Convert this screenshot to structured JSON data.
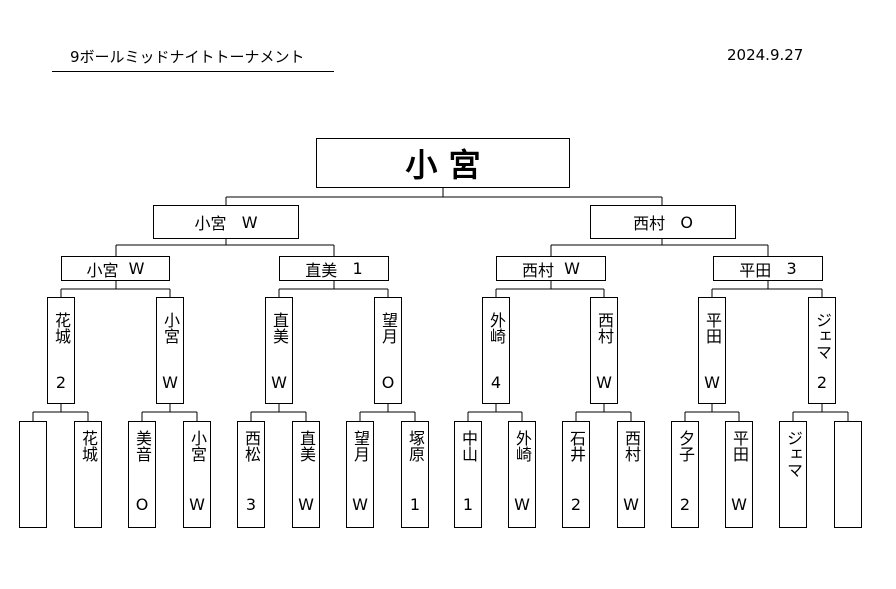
{
  "header": {
    "title": "9ボールミッドナイトトーナメント",
    "date": "2024.9.27"
  },
  "champion": "小 宮",
  "final": [
    {
      "name": "小宮",
      "score": "W"
    },
    {
      "name": "西村",
      "score": "O"
    }
  ],
  "semis": [
    {
      "name": "小宮",
      "score": "W"
    },
    {
      "name": "直美",
      "score": "1"
    },
    {
      "name": "西村",
      "score": "W"
    },
    {
      "name": "平田",
      "score": "3"
    }
  ],
  "quarters": [
    {
      "name": "花城",
      "score": "2"
    },
    {
      "name": "小宮",
      "score": "W"
    },
    {
      "name": "直美",
      "score": "W"
    },
    {
      "name": "望月",
      "score": "O"
    },
    {
      "name": "外崎",
      "score": "4"
    },
    {
      "name": "西村",
      "score": "W"
    },
    {
      "name": "平田",
      "score": "W"
    },
    {
      "name": "ジェマ",
      "score": "2"
    }
  ],
  "first_round": [
    {
      "name": "",
      "score": ""
    },
    {
      "name": "花城",
      "score": ""
    },
    {
      "name": "美音",
      "score": "O"
    },
    {
      "name": "小宮",
      "score": "W"
    },
    {
      "name": "西松",
      "score": "3"
    },
    {
      "name": "直美",
      "score": "W"
    },
    {
      "name": "望月",
      "score": "W"
    },
    {
      "name": "塚原",
      "score": "1"
    },
    {
      "name": "中山",
      "score": "1"
    },
    {
      "name": "外崎",
      "score": "W"
    },
    {
      "name": "石井",
      "score": "2"
    },
    {
      "name": "西村",
      "score": "W"
    },
    {
      "name": "夕子",
      "score": "2"
    },
    {
      "name": "平田",
      "score": "W"
    },
    {
      "name": "ジェマ",
      "score": ""
    },
    {
      "name": "",
      "score": ""
    }
  ]
}
